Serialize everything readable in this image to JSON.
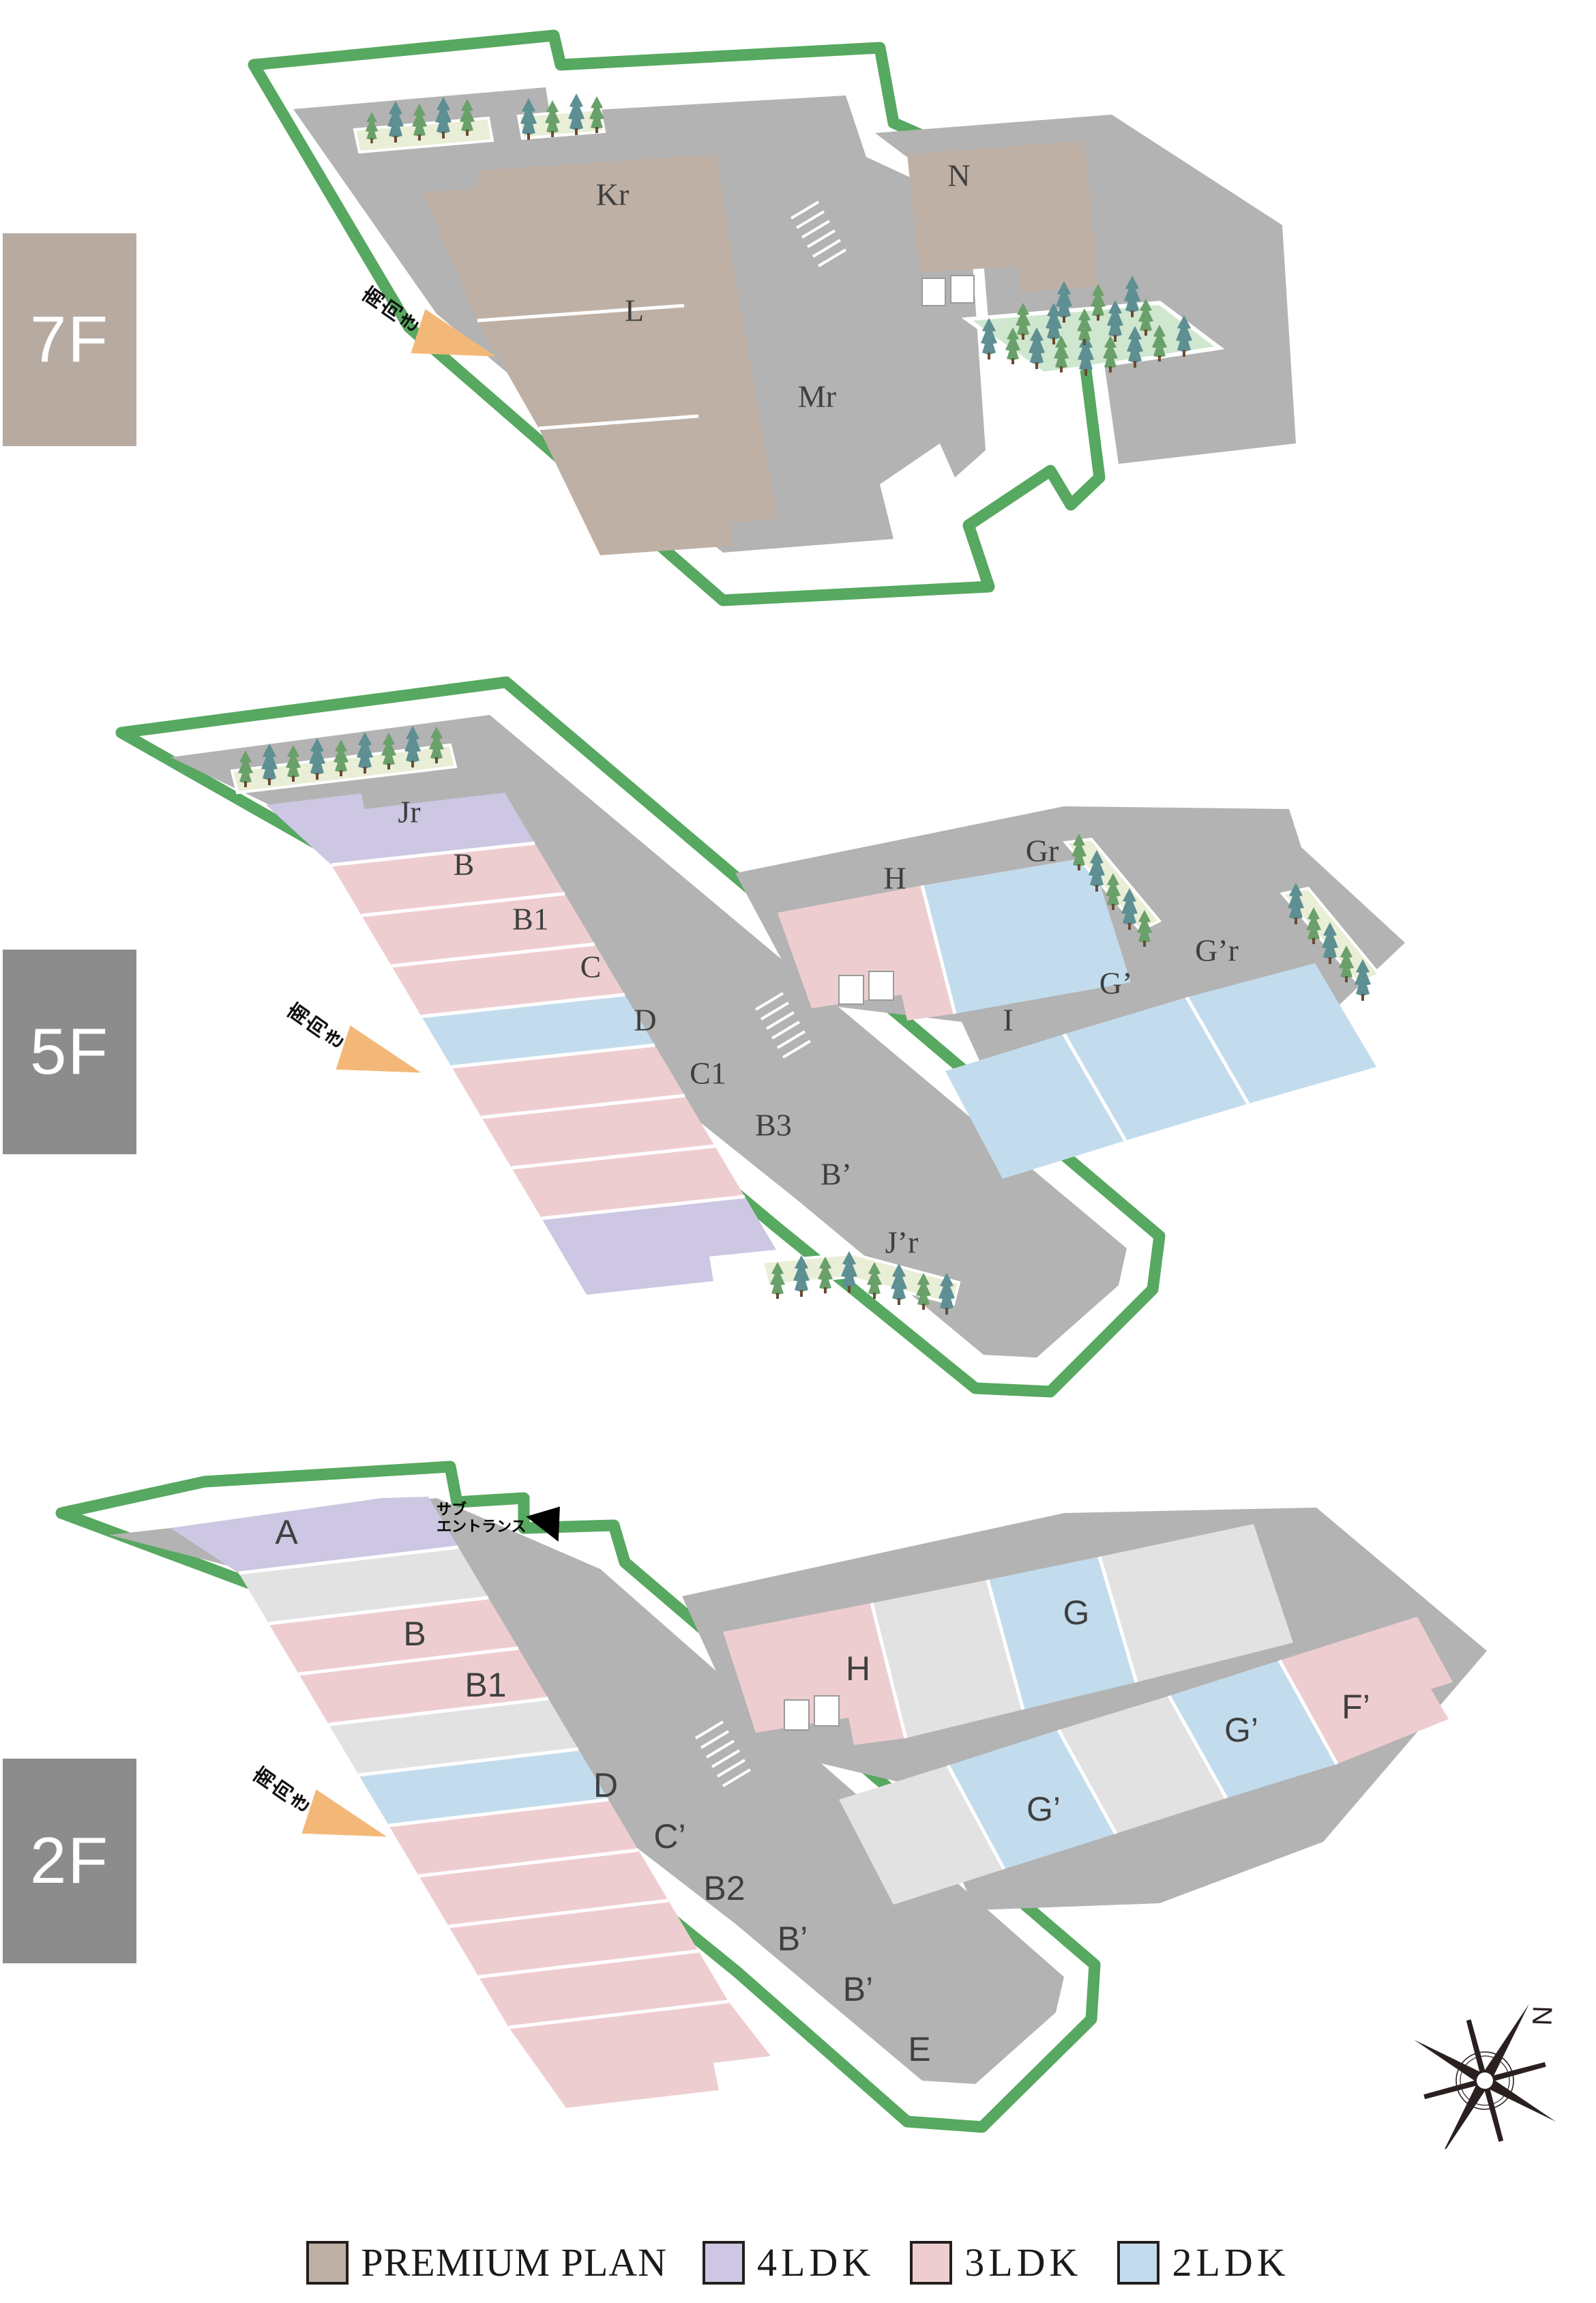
{
  "document": {
    "type": "floor-plan-diagram",
    "title": "Residential building floor plans by level"
  },
  "floors": [
    {
      "badge": "7F",
      "badge_color": "#b7aaa0",
      "direction_label": "南向き",
      "left_wing_units": [
        {
          "code": "Kr",
          "plan": "PREMIUM PLAN",
          "color": "#bfb0a5"
        },
        {
          "code": "L",
          "plan": "PREMIUM PLAN",
          "color": "#bfb0a5"
        },
        {
          "code": "Mr",
          "plan": "PREMIUM PLAN",
          "color": "#bfb0a5"
        }
      ],
      "right_wing_units": [
        {
          "code": "N",
          "plan": "PREMIUM PLAN",
          "color": "#bfb0a5"
        }
      ],
      "features": [
        "rooftop-garden",
        "tree-planters"
      ]
    },
    {
      "badge": "5F",
      "badge_color": "#8c8c8c",
      "direction_label": "南向き",
      "left_wing_units": [
        {
          "code": "Jr",
          "plan": "4LDK",
          "color": "#cdc7e3"
        },
        {
          "code": "B",
          "plan": "3LDK",
          "color": "#eecdd0"
        },
        {
          "code": "B1",
          "plan": "3LDK",
          "color": "#eecdd0"
        },
        {
          "code": "C",
          "plan": "3LDK",
          "color": "#eecdd0"
        },
        {
          "code": "D",
          "plan": "2LDK",
          "color": "#c3dced"
        },
        {
          "code": "C1",
          "plan": "3LDK",
          "color": "#eecdd0"
        },
        {
          "code": "B3",
          "plan": "3LDK",
          "color": "#eecdd0"
        },
        {
          "code": "B’",
          "plan": "3LDK",
          "color": "#eecdd0"
        },
        {
          "code": "J’r",
          "plan": "4LDK",
          "color": "#cdc7e3"
        }
      ],
      "right_wing_units": [
        {
          "code": "H",
          "plan": "3LDK",
          "color": "#eecdd0"
        },
        {
          "code": "Gr",
          "plan": "2LDK",
          "color": "#c3dced"
        },
        {
          "code": "G’r",
          "plan": "2LDK",
          "color": "#c3dced"
        },
        {
          "code": "G’",
          "plan": "2LDK",
          "color": "#c3dced"
        },
        {
          "code": "I",
          "plan": "2LDK",
          "color": "#c3dced"
        }
      ],
      "features": [
        "tree-planters"
      ]
    },
    {
      "badge": "2F",
      "badge_color": "#8c8c8c",
      "direction_label": "南向き",
      "sub_entrance_label_line1": "サブ",
      "sub_entrance_label_line2": "エントランス",
      "left_wing_units": [
        {
          "code": "A",
          "plan": "4LDK",
          "color": "#cdc7e3"
        },
        {
          "code": "B",
          "plan": "3LDK",
          "color": "#eecdd0"
        },
        {
          "code": "B1",
          "plan": "3LDK",
          "color": "#eecdd0"
        },
        {
          "code": "D",
          "plan": "2LDK",
          "color": "#c3dced"
        },
        {
          "code": "C’",
          "plan": "3LDK",
          "color": "#eecdd0"
        },
        {
          "code": "B2",
          "plan": "3LDK",
          "color": "#eecdd0"
        },
        {
          "code": "B’",
          "plan": "3LDK",
          "color": "#eecdd0"
        },
        {
          "code": "B’",
          "plan": "3LDK",
          "color": "#eecdd0"
        },
        {
          "code": "E",
          "plan": "3LDK",
          "color": "#eecdd0"
        }
      ],
      "right_wing_units": [
        {
          "code": "H",
          "plan": "3LDK",
          "color": "#eecdd0"
        },
        {
          "code": "G",
          "plan": "2LDK",
          "color": "#c3dced"
        },
        {
          "code": "F’",
          "plan": "3LDK",
          "color": "#eecdd0"
        },
        {
          "code": "G’",
          "plan": "2LDK",
          "color": "#c3dced"
        },
        {
          "code": "G’",
          "plan": "2LDK",
          "color": "#c3dced"
        }
      ],
      "features": [
        "sub-entrance"
      ]
    }
  ],
  "compass": {
    "north_label": "N"
  },
  "legend": {
    "items": [
      {
        "label": "PREMIUM PLAN",
        "color": "#bfb0a5"
      },
      {
        "label": "4LDK",
        "color": "#cdc7e3"
      },
      {
        "label": "3LDK",
        "color": "#eecdd0"
      },
      {
        "label": "2LDK",
        "color": "#c3dced"
      }
    ]
  },
  "palette": {
    "outline_green": "#57a860",
    "slab_gray": "#b3b3b3",
    "common_gray": "#e2e2e2",
    "direction_arrow": "#f3b878"
  }
}
